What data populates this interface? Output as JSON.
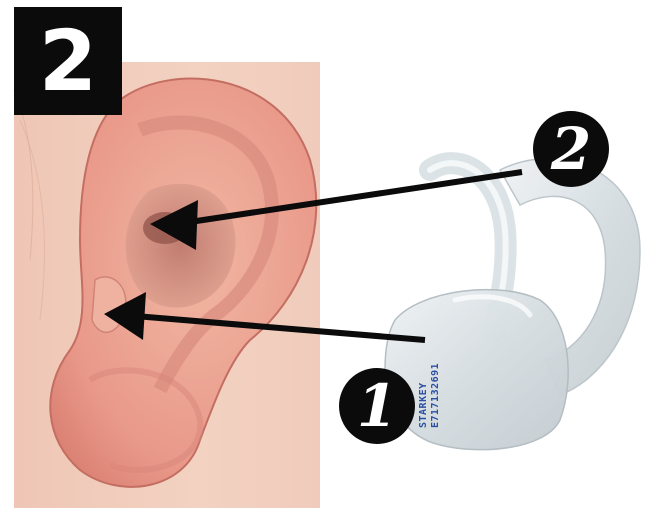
{
  "step_number": "2",
  "callouts": {
    "one": "1",
    "two": "2"
  },
  "earmold_print": {
    "brand": "STARKEY",
    "serial": "E717132691"
  },
  "colors": {
    "badge": "#0b0b0b",
    "skin": "#e8a48e",
    "earmold": "#dfe6e9",
    "print": "#2d4fa3"
  }
}
